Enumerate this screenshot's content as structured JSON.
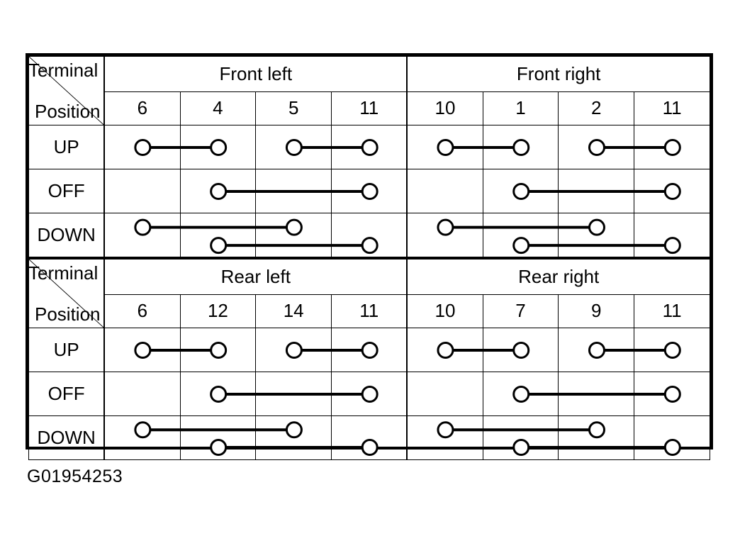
{
  "caption": "G01954253",
  "corner": {
    "terminal_label": "Terminal",
    "position_label": "Position"
  },
  "colors": {
    "line": "#000000",
    "background": "#ffffff"
  },
  "sections": [
    {
      "id": "front",
      "groups": [
        {
          "name": "Front left",
          "terminals": [
            "6",
            "4",
            "5",
            "11"
          ]
        },
        {
          "name": "Front right",
          "terminals": [
            "10",
            "1",
            "2",
            "11"
          ]
        }
      ],
      "rows": [
        {
          "position": "UP",
          "connections": [
            {
              "from": 0,
              "to": 1,
              "tier": "single"
            },
            {
              "from": 2,
              "to": 3,
              "tier": "single"
            },
            {
              "from": 4,
              "to": 5,
              "tier": "single"
            },
            {
              "from": 6,
              "to": 7,
              "tier": "single"
            }
          ]
        },
        {
          "position": "OFF",
          "connections": [
            {
              "from": 1,
              "to": 3,
              "tier": "single"
            },
            {
              "from": 5,
              "to": 7,
              "tier": "single"
            }
          ]
        },
        {
          "position": "DOWN",
          "connections": [
            {
              "from": 0,
              "to": 2,
              "tier": "upper"
            },
            {
              "from": 1,
              "to": 3,
              "tier": "lower"
            },
            {
              "from": 4,
              "to": 6,
              "tier": "upper"
            },
            {
              "from": 5,
              "to": 7,
              "tier": "lower"
            }
          ]
        }
      ]
    },
    {
      "id": "rear",
      "groups": [
        {
          "name": "Rear left",
          "terminals": [
            "6",
            "12",
            "14",
            "11"
          ]
        },
        {
          "name": "Rear right",
          "terminals": [
            "10",
            "7",
            "9",
            "11"
          ]
        }
      ],
      "rows": [
        {
          "position": "UP",
          "connections": [
            {
              "from": 0,
              "to": 1,
              "tier": "single"
            },
            {
              "from": 2,
              "to": 3,
              "tier": "single"
            },
            {
              "from": 4,
              "to": 5,
              "tier": "single"
            },
            {
              "from": 6,
              "to": 7,
              "tier": "single"
            }
          ]
        },
        {
          "position": "OFF",
          "connections": [
            {
              "from": 1,
              "to": 3,
              "tier": "single"
            },
            {
              "from": 5,
              "to": 7,
              "tier": "single"
            }
          ]
        },
        {
          "position": "DOWN",
          "connections": [
            {
              "from": 0,
              "to": 2,
              "tier": "upper"
            },
            {
              "from": 1,
              "to": 3,
              "tier": "lower"
            },
            {
              "from": 4,
              "to": 6,
              "tier": "upper"
            },
            {
              "from": 5,
              "to": 7,
              "tier": "lower"
            }
          ]
        }
      ]
    }
  ]
}
